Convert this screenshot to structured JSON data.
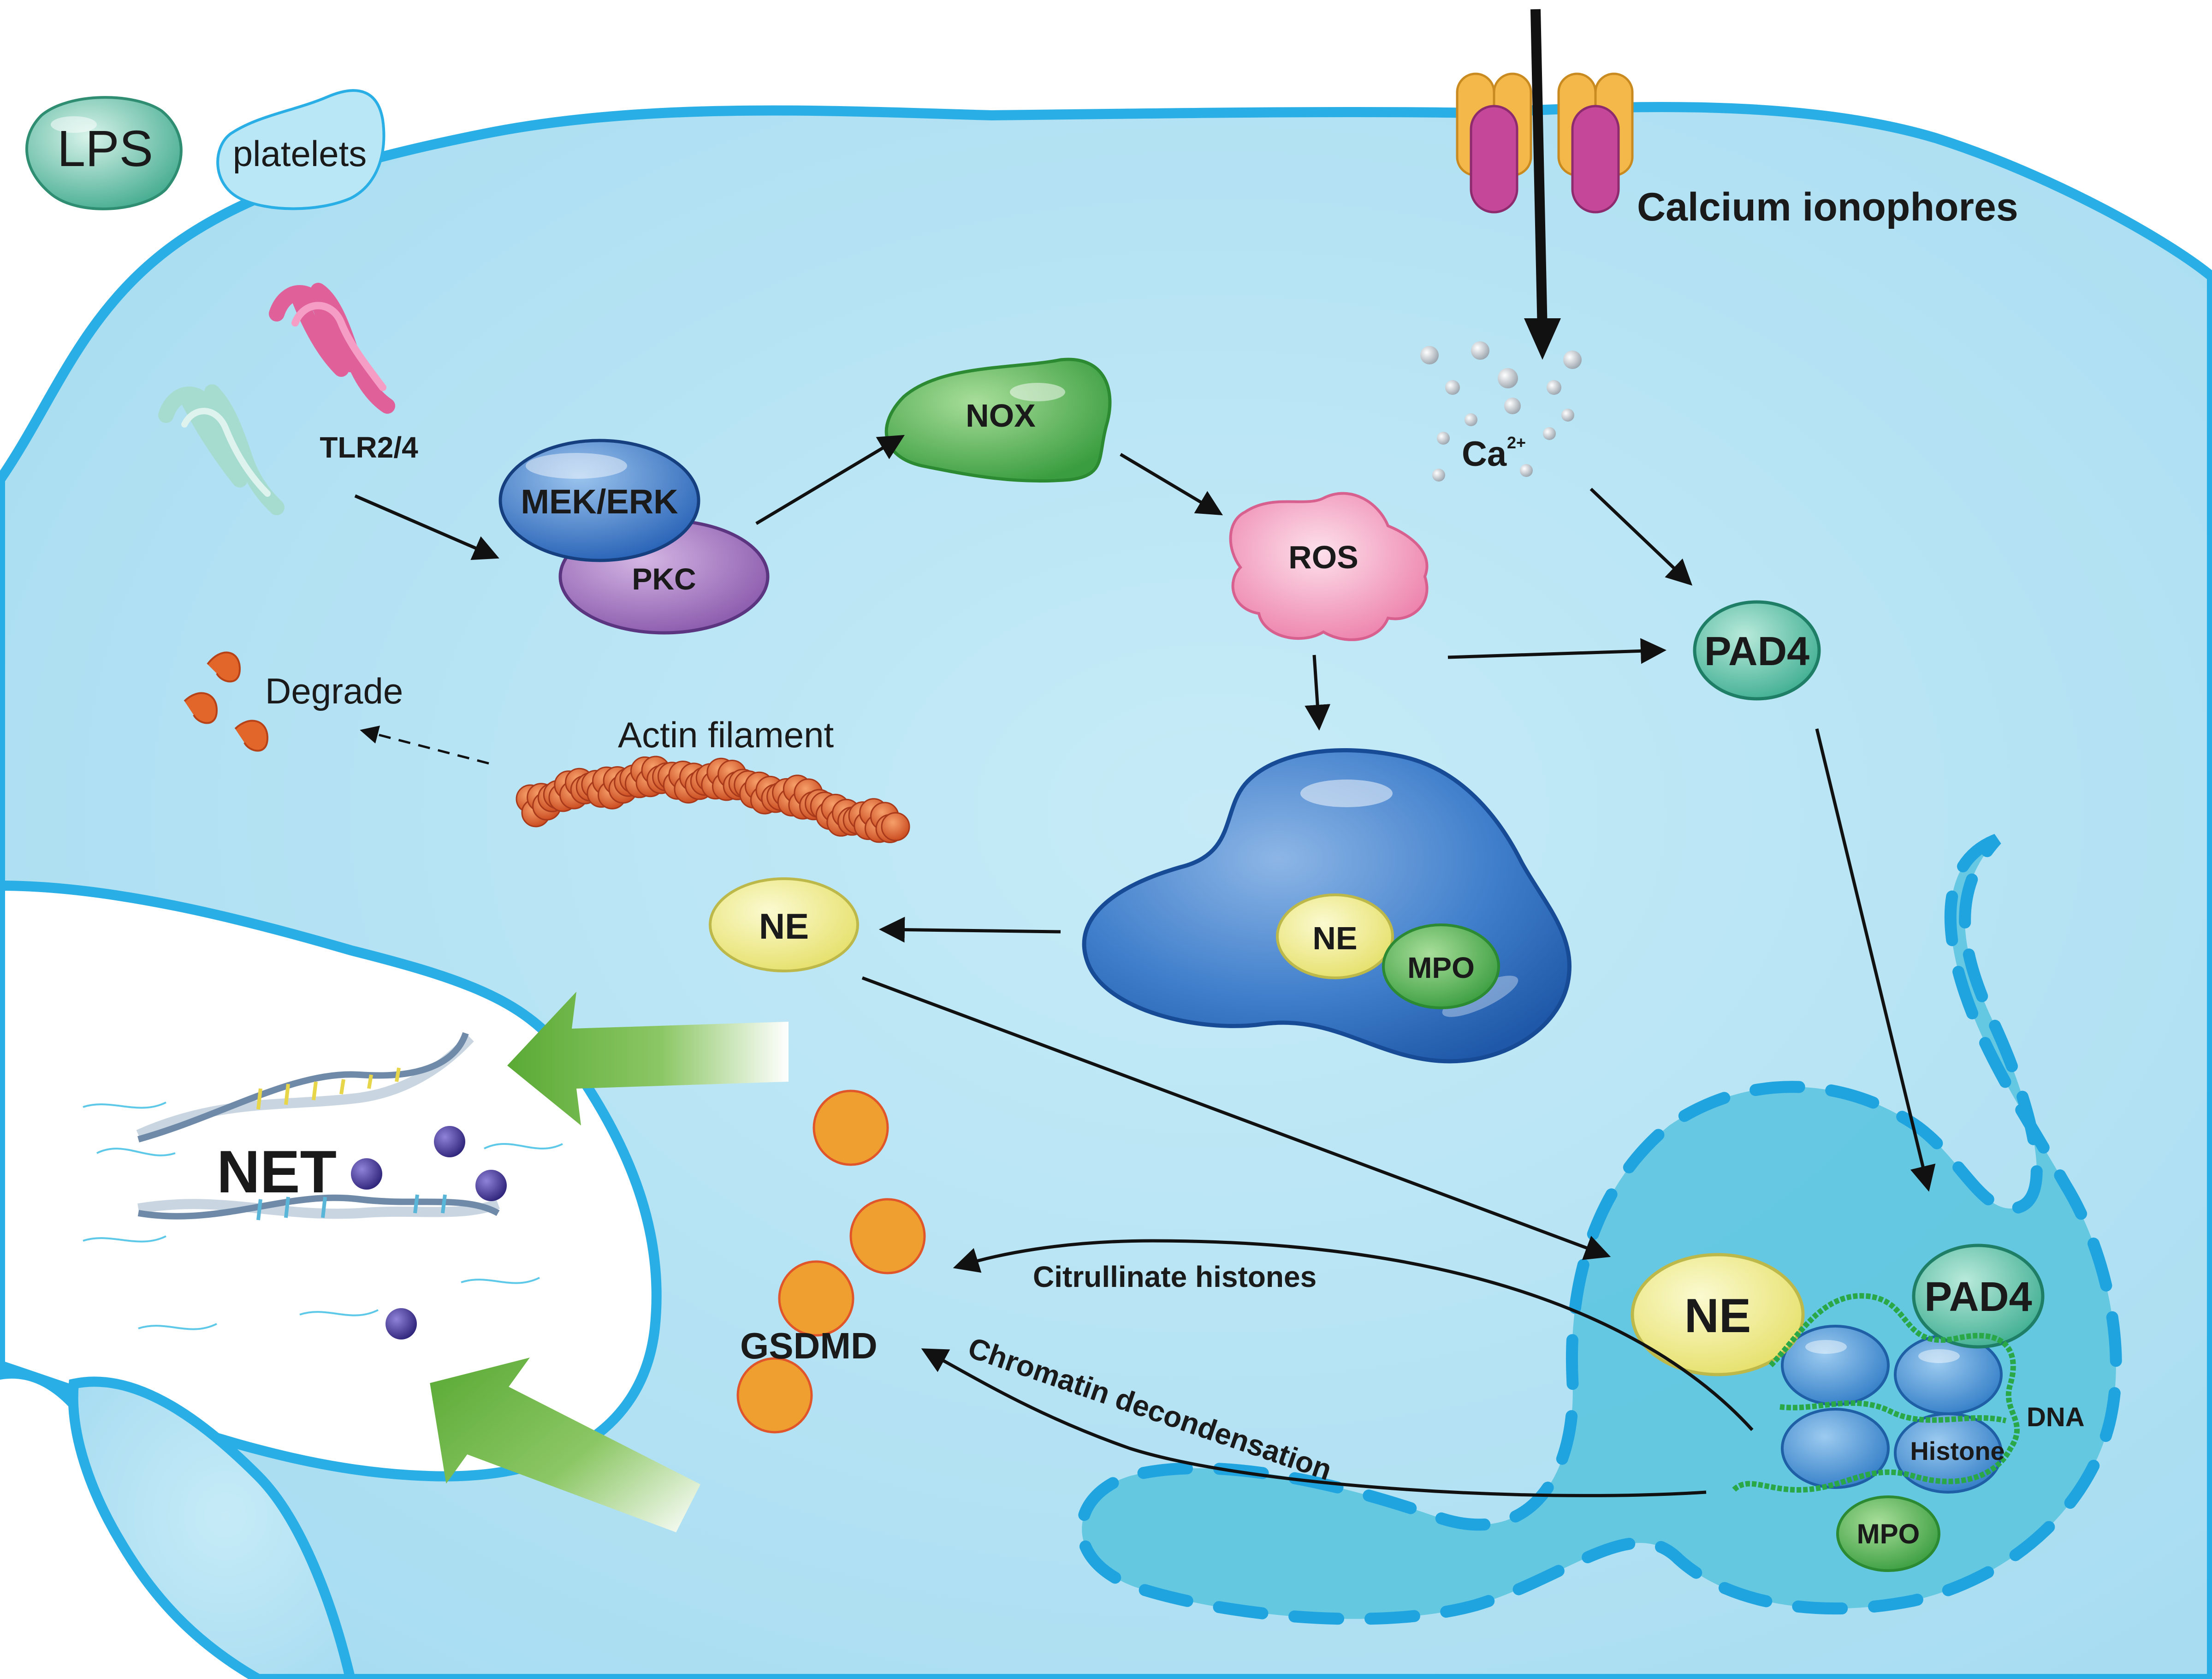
{
  "labels": {
    "lps": "LPS",
    "platelets": "platelets",
    "tlr": "TLR2/4",
    "calcium_ionophores": "Calcium ionophores",
    "ca": "Ca",
    "ca_sup": "2+",
    "mek_erk": "MEK/ERK",
    "pkc": "PKC",
    "nox": "NOX",
    "ros": "ROS",
    "pad4_cyto": "PAD4",
    "degrade": "Degrade",
    "actin_filament": "Actin filament",
    "ne_cyto": "NE",
    "ne_granule": "NE",
    "mpo_granule": "MPO",
    "net": "NET",
    "gsdmd": "GSDMD",
    "citrullinate_histones": "Citrullinate histones",
    "chromatin_decondensation": "Chromatin decondensation",
    "ne_nucleus": "NE",
    "pad4_nucleus": "PAD4",
    "dna": "DNA",
    "histone": "Histone",
    "mpo_nucleus": "MPO"
  },
  "colors": {
    "cell_fill": "#b3e2f3",
    "cell_border": "#2aaee6",
    "nucleus_fill": "#5ec6e0",
    "granule_fill": "#2f6fc0",
    "ne_fill": "#f2ef9a",
    "mpo_fill": "#4cb14f",
    "pad4_fill": "#5cc4aa",
    "nox_fill": "#4db34a",
    "ros_fill": "#f08fb3",
    "mek_fill": "#2d6fc4",
    "pkc_fill": "#9a64b5",
    "gsdmd_fill": "#ee9f30",
    "actin_fill": "#e2652a",
    "net_arrow": "#6bb53c",
    "histone_fill": "#3b8fd6",
    "dna_strand": "#2aa848"
  },
  "icons": [
    "lps-icon",
    "platelet-icon",
    "tlr-receptor-icon",
    "ion-channel-icon",
    "calcium-ion-icon",
    "actin-filament-icon",
    "dna-helix-icon",
    "nucleosome-icon"
  ]
}
